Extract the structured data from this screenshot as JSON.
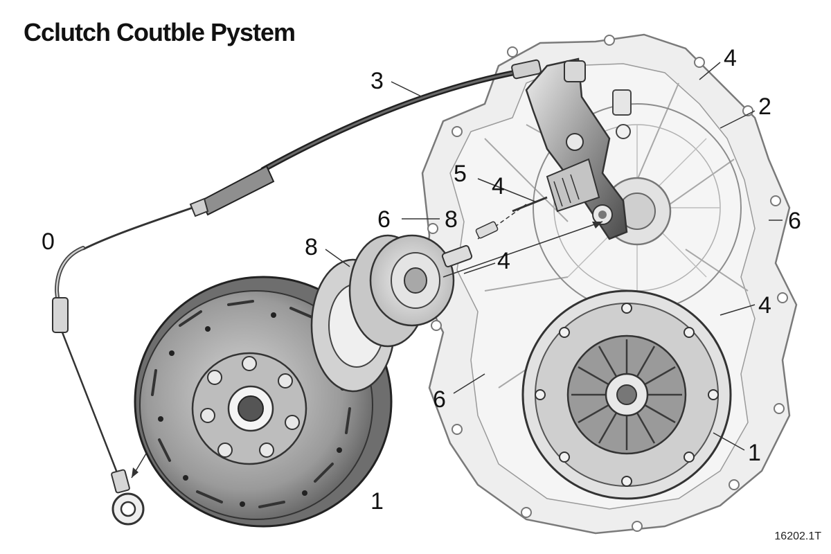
{
  "title": "Cclutch Coutble Pystem",
  "reference_code": "16202.1T",
  "callouts": [
    {
      "id": "c-0",
      "text": "0"
    },
    {
      "id": "c-3",
      "text": "3"
    },
    {
      "id": "c-4-top",
      "text": "4"
    },
    {
      "id": "c-2",
      "text": "2"
    },
    {
      "id": "c-5",
      "text": "5"
    },
    {
      "id": "c-4-mid",
      "text": "4"
    },
    {
      "id": "c-6-left",
      "text": "6"
    },
    {
      "id": "c-8-upper",
      "text": "8"
    },
    {
      "id": "c-6-right",
      "text": "6"
    },
    {
      "id": "c-8-lower",
      "text": "8"
    },
    {
      "id": "c-4-center",
      "text": "4"
    },
    {
      "id": "c-4-right",
      "text": "4"
    },
    {
      "id": "c-6-bottom",
      "text": "6"
    },
    {
      "id": "c-1-right",
      "text": "1"
    },
    {
      "id": "c-1-bottom",
      "text": "1"
    }
  ]
}
